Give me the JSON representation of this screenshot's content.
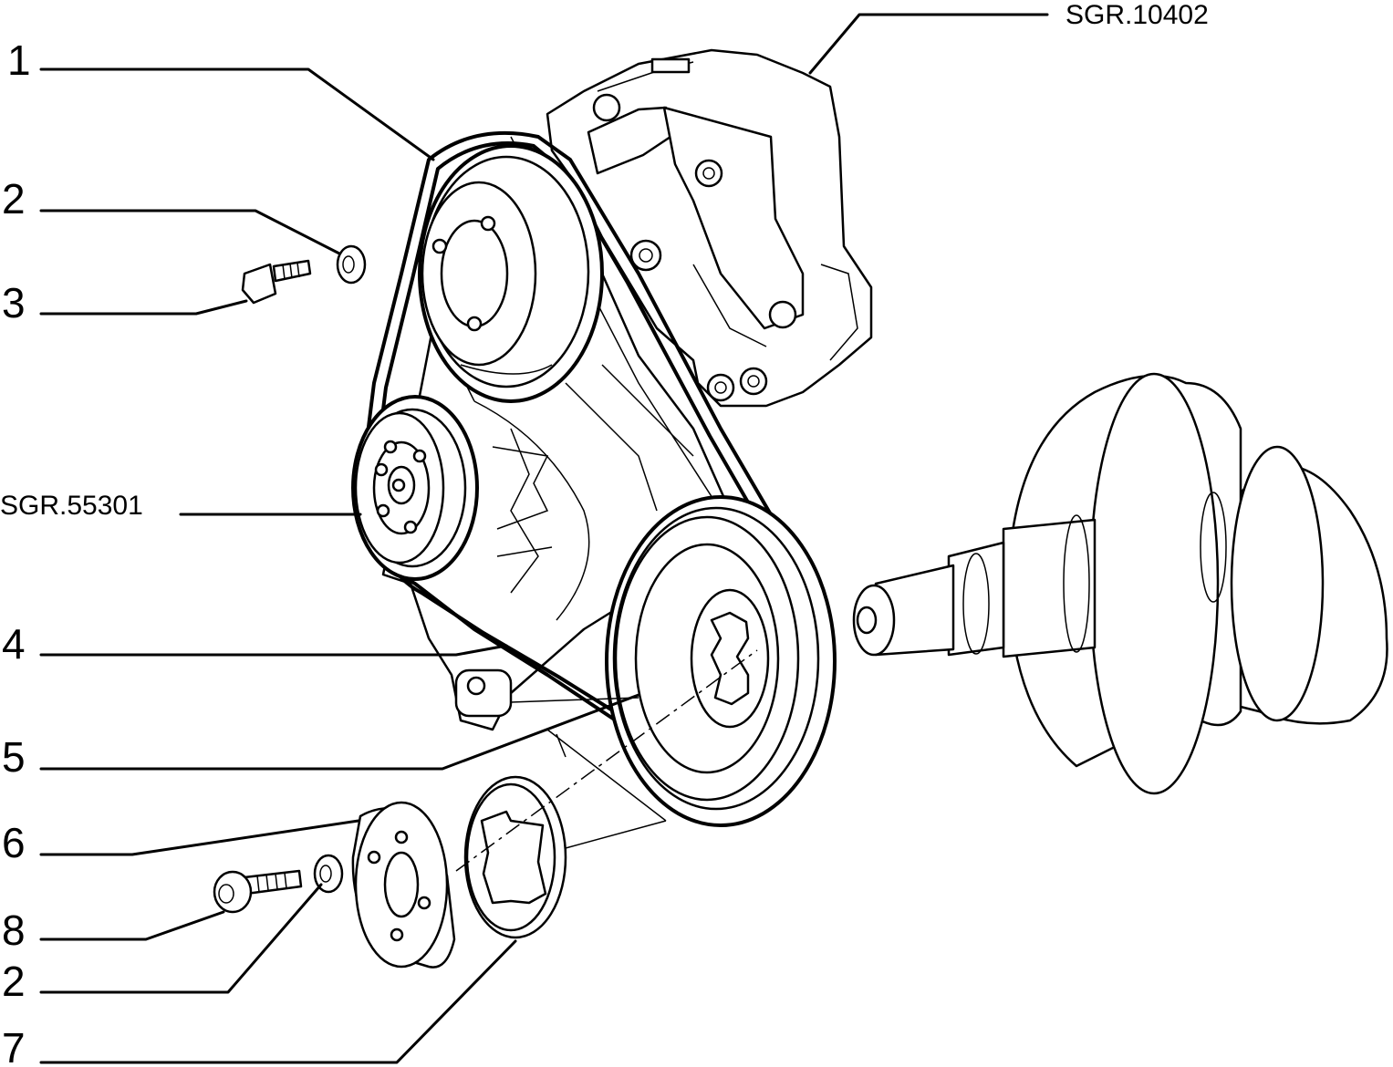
{
  "callouts": [
    {
      "id": "1",
      "label": "1"
    },
    {
      "id": "2a",
      "label": "2"
    },
    {
      "id": "3",
      "label": "3"
    },
    {
      "id": "4",
      "label": "4"
    },
    {
      "id": "5",
      "label": "5"
    },
    {
      "id": "6",
      "label": "6"
    },
    {
      "id": "8",
      "label": "8"
    },
    {
      "id": "2b",
      "label": "2"
    },
    {
      "id": "7",
      "label": "7"
    }
  ],
  "references": {
    "top": "SGR.10402",
    "left": "SGR.55301"
  }
}
